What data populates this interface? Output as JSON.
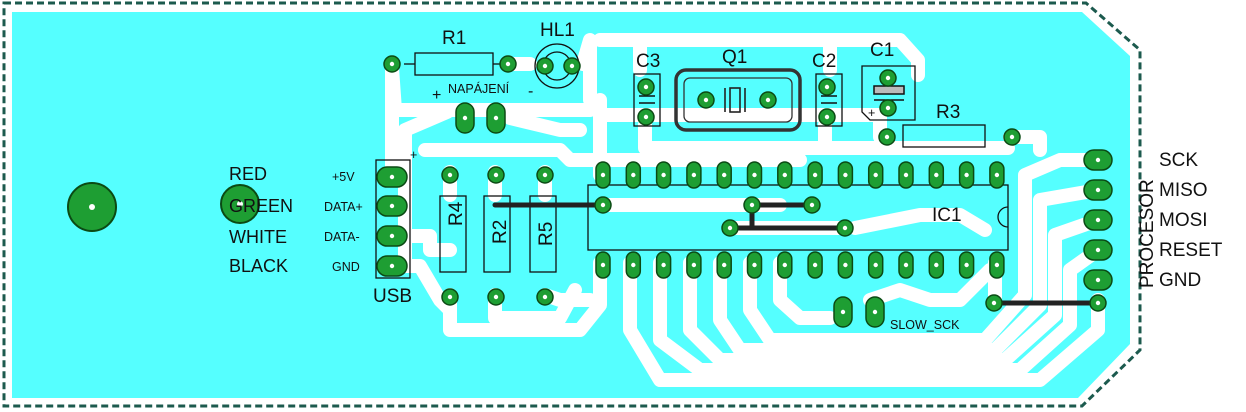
{
  "colors": {
    "copper": "#55ffff",
    "board_outline": "#1c5a4e",
    "pad": "#1e9e33",
    "pad_ring": "#0b4a14",
    "trace": "#ffffff",
    "silkscreen": "#111111",
    "jumper": "#222222"
  },
  "components": {
    "r1": "R1",
    "hl1": "HL1",
    "c3": "C3",
    "q1": "Q1",
    "c2": "C2",
    "c1": "C1",
    "r3": "R3",
    "r4": "R4",
    "r2": "R2",
    "r5": "R5",
    "ic1": "IC1",
    "napajeni": "NAPÁJENÍ",
    "plus": "+",
    "minus": "-",
    "slow_sck": "SLOW_SCK"
  },
  "usb": {
    "title": "USB",
    "pins": [
      "+5V",
      "DATA+",
      "DATA-",
      "GND"
    ],
    "wires": [
      "RED",
      "GREEN",
      "WHITE",
      "BLACK"
    ]
  },
  "programmer": {
    "title": "PROCESOR",
    "pins": [
      "SCK",
      "MISO",
      "MOSI",
      "RESET",
      "GND"
    ]
  }
}
